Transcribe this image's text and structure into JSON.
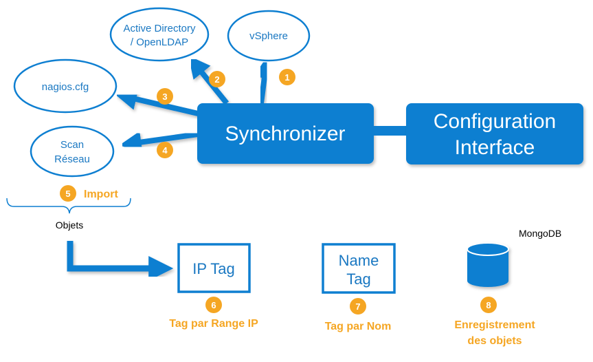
{
  "colors": {
    "blue": "#0e7fd1",
    "blue_text": "#1a78c2",
    "orange": "#f5a623",
    "white": "#ffffff"
  },
  "nodes": {
    "active_directory": [
      "Active Directory",
      "/ OpenLDAP"
    ],
    "vsphere": "vSphere",
    "nagios": "nagios.cfg",
    "scan": [
      "Scan",
      "Réseau"
    ],
    "synchronizer": "Synchronizer",
    "config_interface": [
      "Configuration",
      "Interface"
    ],
    "ip_tag": "IP Tag",
    "name_tag": [
      "Name",
      "Tag"
    ],
    "mongodb": "MongoDB",
    "objets": "Objets"
  },
  "steps": [
    {
      "num": "1",
      "label": ""
    },
    {
      "num": "2",
      "label": ""
    },
    {
      "num": "3",
      "label": ""
    },
    {
      "num": "4",
      "label": ""
    },
    {
      "num": "5",
      "label": "Import"
    },
    {
      "num": "6",
      "label": "Tag par Range IP"
    },
    {
      "num": "7",
      "label": "Tag par Nom"
    },
    {
      "num": "8",
      "label": [
        "Enregistrement",
        "des objets"
      ]
    }
  ]
}
